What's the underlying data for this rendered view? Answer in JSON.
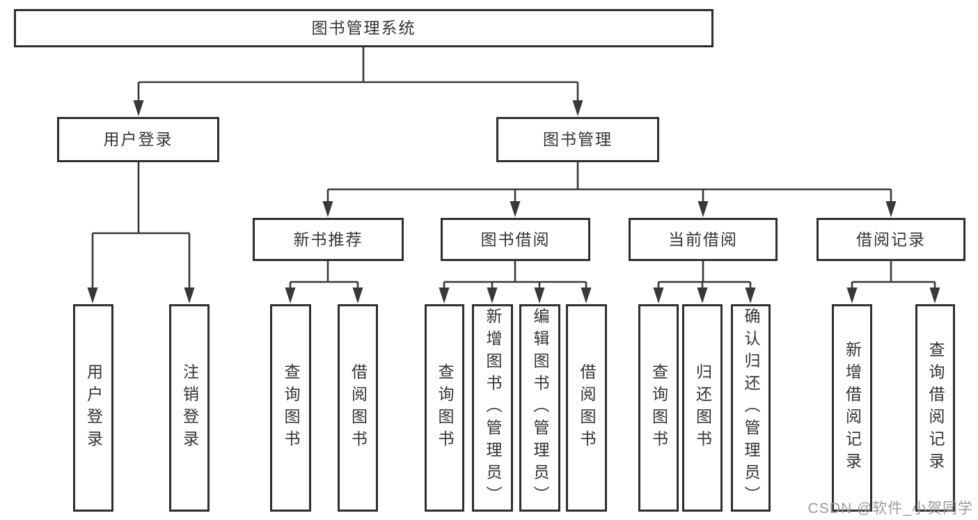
{
  "diagram": {
    "root": {
      "label": "图书管理系统"
    },
    "branches": [
      {
        "label": "用户登录",
        "children": [
          {
            "label": "用户登录"
          },
          {
            "label": "注销登录"
          }
        ]
      },
      {
        "label": "图书管理",
        "children": [
          {
            "label": "新书推荐",
            "children": [
              {
                "label": "查询图书"
              },
              {
                "label": "借阅图书"
              }
            ]
          },
          {
            "label": "图书借阅",
            "children": [
              {
                "label": "查询图书"
              },
              {
                "label": "新增图书（管理员）"
              },
              {
                "label": "编辑图书（管理员）"
              },
              {
                "label": "借阅图书"
              }
            ]
          },
          {
            "label": "当前借阅",
            "children": [
              {
                "label": "查询图书"
              },
              {
                "label": "归还图书"
              },
              {
                "label": "确认归还（管理员）"
              }
            ]
          },
          {
            "label": "借阅记录",
            "children": [
              {
                "label": "新增借阅记录"
              },
              {
                "label": "查询借阅记录"
              }
            ]
          }
        ]
      }
    ]
  },
  "watermark": {
    "text": "CSDN @软件_小贺同学"
  },
  "colors": {
    "line": "#383838",
    "border": "#2e2e2e",
    "text": "#333333",
    "watermark": "#9b9b9b",
    "background": "#ffffff"
  }
}
